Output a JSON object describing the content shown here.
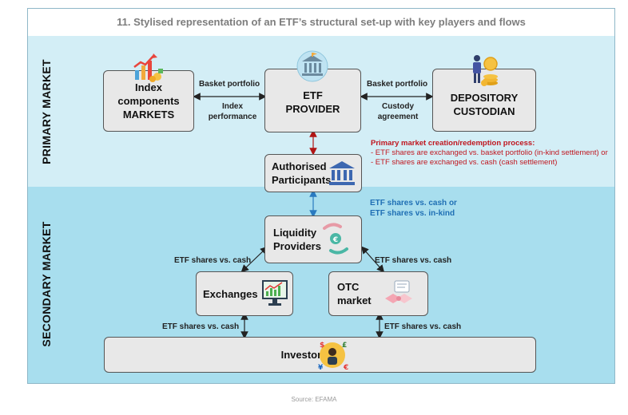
{
  "title": "11. Stylised representation of an ETF’s structural set-up with key players and flows",
  "sections": {
    "primary": "PRIMARY MARKET",
    "secondary": "SECONDARY MARKET"
  },
  "boxes": {
    "index_components": [
      "Index",
      "components",
      "MARKETS"
    ],
    "etf_provider": [
      "ETF",
      "PROVIDER"
    ],
    "depository_custodian": [
      "DEPOSITORY",
      "CUSTODIAN"
    ],
    "authorised_participants": [
      "Authorised",
      "Participants"
    ],
    "liquidity_providers": [
      "Liquidity",
      "Providers"
    ],
    "exchanges": "Exchanges",
    "otc_market": [
      "OTC",
      "market"
    ],
    "investors": "Investors"
  },
  "flows": {
    "basket_portfolio_left": "Basket portfolio",
    "index_performance": [
      "Index",
      "performance"
    ],
    "basket_portfolio_right": "Basket portfolio",
    "custody_agreement": [
      "Custody",
      "agreement"
    ],
    "lp_exchanges": "ETF shares vs. cash",
    "lp_otc": "ETF shares vs. cash",
    "exchanges_investors": "ETF shares vs. cash",
    "otc_investors": "ETF shares vs. cash"
  },
  "primary_process": {
    "heading": "Primary market creation/redemption process:",
    "line1": "- ETF shares are exchanged vs. basket portfolio (in-kind settlement) or",
    "line2": "- ETF shares are exchanged vs. cash (cash settlement)"
  },
  "ap_lp_flow": [
    "ETF shares vs. cash or",
    "ETF shares vs. in-kind"
  ],
  "source": "Source: EFAMA",
  "colors": {
    "primary_band": "#d3eef6",
    "secondary_band": "#a8deee",
    "box_fill": "#e8e8e8",
    "red_text": "#c0161f",
    "blue_text": "#1f6fb4",
    "red_arrow": "#b01515",
    "blue_arrow": "#2a7ac0"
  },
  "icons": [
    "chart-growth-icon",
    "bank-building-icon",
    "person-coins-icon",
    "institution-icon",
    "money-exchange-icon",
    "monitor-chart-icon",
    "handshake-icon",
    "investor-currency-icon"
  ]
}
